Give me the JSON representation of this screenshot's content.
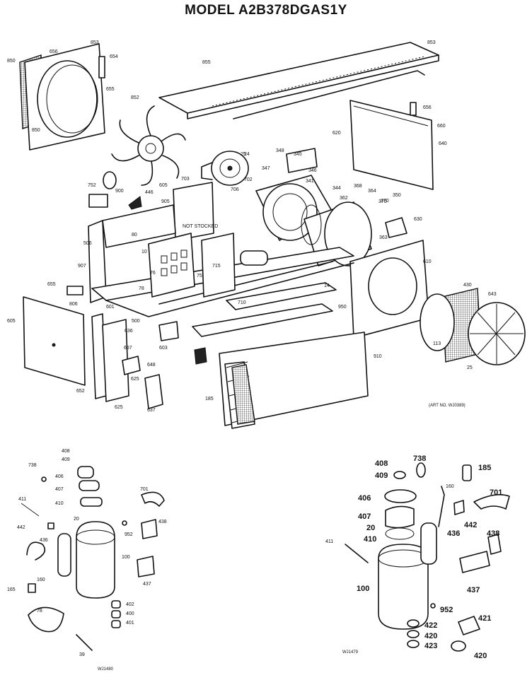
{
  "title": "MODEL A2B378DGAS1Y",
  "art_no": "(ART NO. WJ0389)",
  "main_labels": [
    "853",
    "656",
    "850",
    "853",
    "655",
    "654",
    "852",
    "850",
    "855",
    "620",
    "660",
    "656",
    "344",
    "24",
    "345",
    "348",
    "347",
    "346",
    "341",
    "25",
    "702",
    "706",
    "703",
    "370",
    "362",
    "368",
    "364",
    "375",
    "350",
    "363",
    "630",
    "752",
    "900",
    "446",
    "605",
    "905",
    "506",
    "10",
    "80",
    "NOT STOCKED",
    "907",
    "78",
    "75",
    "76",
    "715",
    "14",
    "500",
    "655",
    "806",
    "950",
    "710",
    "601",
    "605",
    "603",
    "657",
    "910",
    "625",
    "636",
    "652",
    "625",
    "637",
    "648",
    "640",
    "113",
    "610",
    "643",
    "25",
    "185",
    "430"
  ],
  "compressor_left_labels": [
    "408",
    "409",
    "738",
    "406",
    "407",
    "410",
    "20",
    "701",
    "411",
    "442",
    "952",
    "436",
    "438",
    "160",
    "100",
    "437",
    "165",
    "402",
    "400",
    "401",
    "78",
    "39"
  ],
  "compressor_left_code": "WJ1480",
  "compressor_right_labels": [
    "408",
    "738",
    "185",
    "409",
    "160",
    "406",
    "701",
    "407",
    "20",
    "442",
    "436",
    "410",
    "438",
    "411",
    "100",
    "437",
    "952",
    "421",
    "422",
    "420",
    "423",
    "420"
  ],
  "compressor_right_code": "WJ1479"
}
